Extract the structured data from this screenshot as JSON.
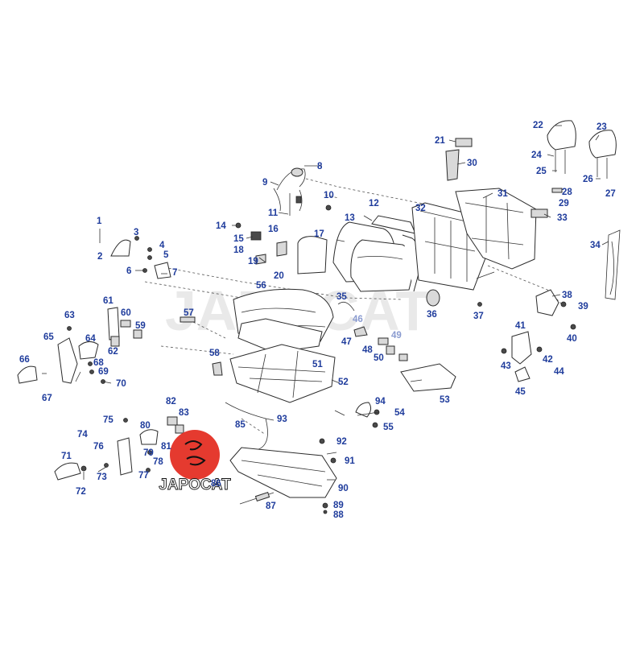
{
  "watermark": "JAPOCAT",
  "logo": {
    "text": "JAPOCAT",
    "color": "#e53a2f"
  },
  "callout_color": "#1f3c9c",
  "callouts": [
    "1",
    "2",
    "3",
    "4",
    "5",
    "6",
    "7",
    "8",
    "9",
    "10",
    "11",
    "12",
    "13",
    "14",
    "15",
    "16",
    "17",
    "18",
    "19",
    "20",
    "21",
    "22",
    "23",
    "24",
    "25",
    "26",
    "27",
    "28",
    "29",
    "30",
    "31",
    "32",
    "33",
    "34",
    "35",
    "36",
    "37",
    "38",
    "39",
    "40",
    "41",
    "42",
    "43",
    "44",
    "45",
    "46",
    "47",
    "48",
    "49",
    "50",
    "51",
    "52",
    "53",
    "54",
    "55",
    "56",
    "57",
    "58",
    "59",
    "60",
    "61",
    "62",
    "63",
    "64",
    "65",
    "66",
    "67",
    "68",
    "69",
    "70",
    "71",
    "72",
    "73",
    "74",
    "75",
    "76",
    "77",
    "78",
    "79",
    "80",
    "81",
    "82",
    "83",
    "85",
    "86",
    "87",
    "88",
    "89",
    "90",
    "91",
    "92",
    "93",
    "94"
  ]
}
